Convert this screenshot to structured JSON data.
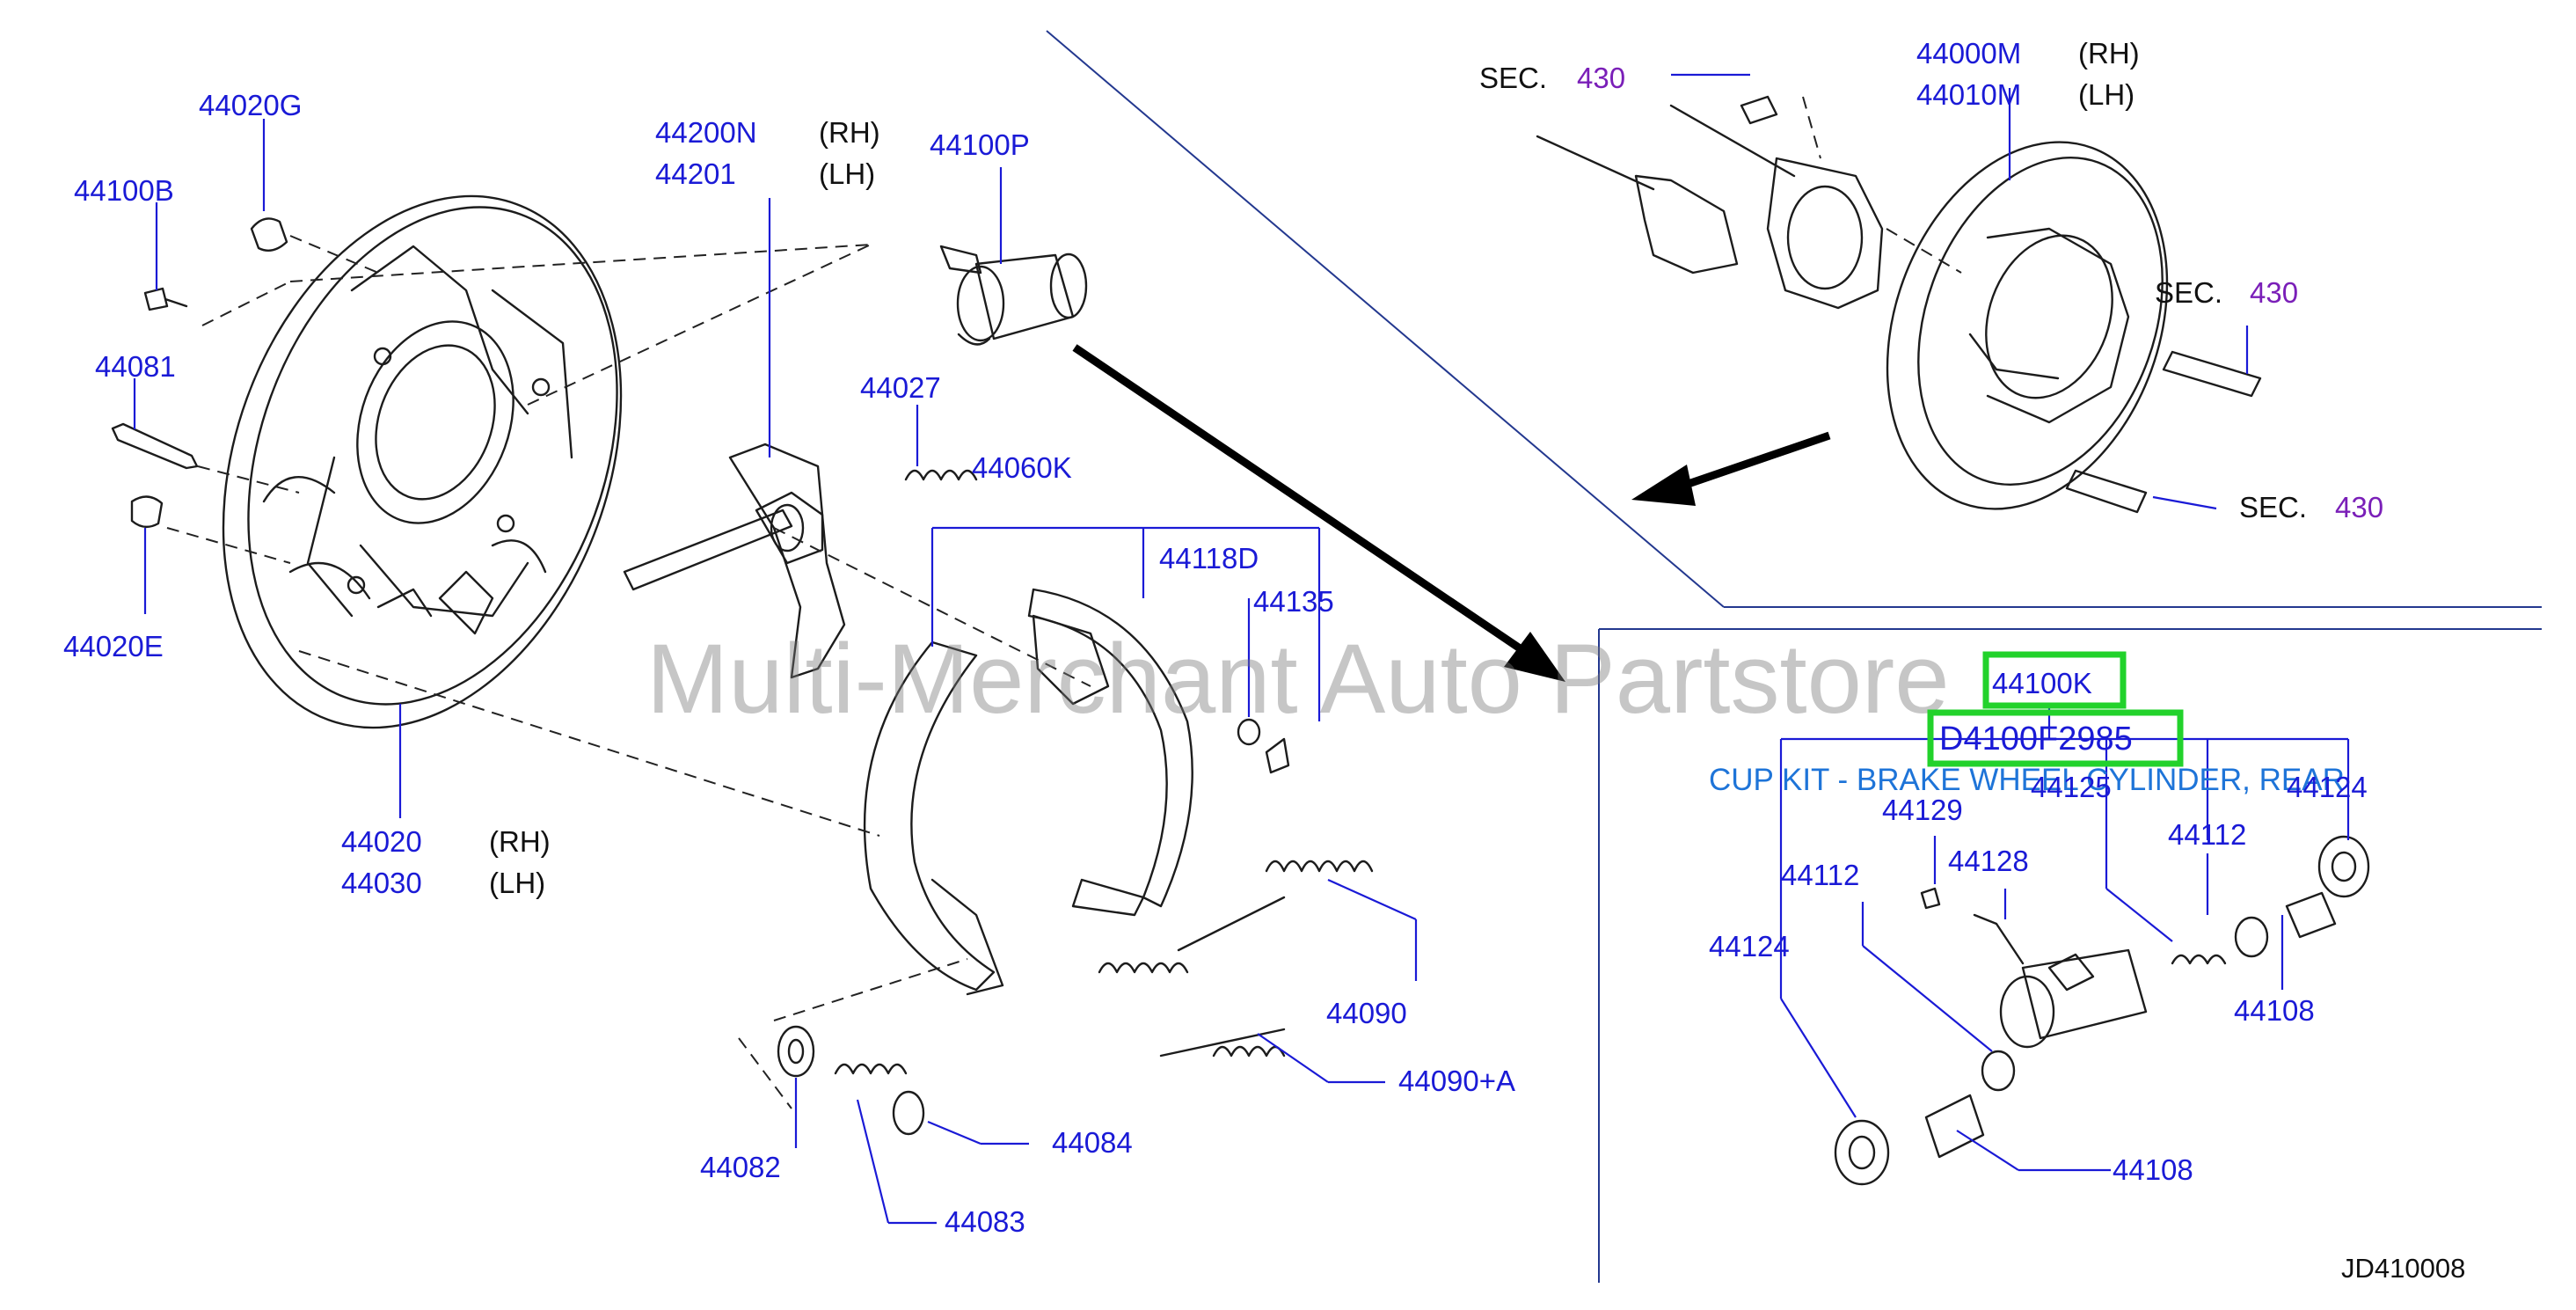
{
  "diagram": {
    "watermark": "Multi-Merchant Auto Partstore",
    "code": "JD410008",
    "highlight": {
      "part_number": "44100K",
      "oem_number": "D4100F2985",
      "description": "CUP KIT - BRAKE WHEEL CYLINDER, REAR"
    },
    "labels": {
      "p44020G": "44020G",
      "p44100B": "44100B",
      "p44081": "44081",
      "p44020E": "44020E",
      "p44020": "44020",
      "p44030": "44030",
      "rh1": "(RH)",
      "lh1": "(LH)",
      "p44200N": "44200N",
      "p44201": "44201",
      "rh2": "(RH)",
      "lh2": "(LH)",
      "p44100P": "44100P",
      "p44027": "44027",
      "p44060K": "44060K",
      "p44118D": "44118D",
      "p44135": "44135",
      "p44090": "44090",
      "p44090A": "44090+A",
      "p44082": "44082",
      "p44083": "44083",
      "p44084": "44084",
      "p44000M": "44000M",
      "p44010M": "44010M",
      "rh3": "(RH)",
      "lh3": "(LH)",
      "sec1": "SEC.",
      "sec1n": "430",
      "sec2": "SEC.",
      "sec2n": "430",
      "sec3": "SEC.",
      "sec3n": "430",
      "p44129": "44129",
      "p44125": "44125",
      "p44124a": "44124",
      "p44128": "44128",
      "p44112a": "44112",
      "p44112b": "44112",
      "p44124b": "44124",
      "p44108a": "44108",
      "p44108b": "44108"
    }
  }
}
